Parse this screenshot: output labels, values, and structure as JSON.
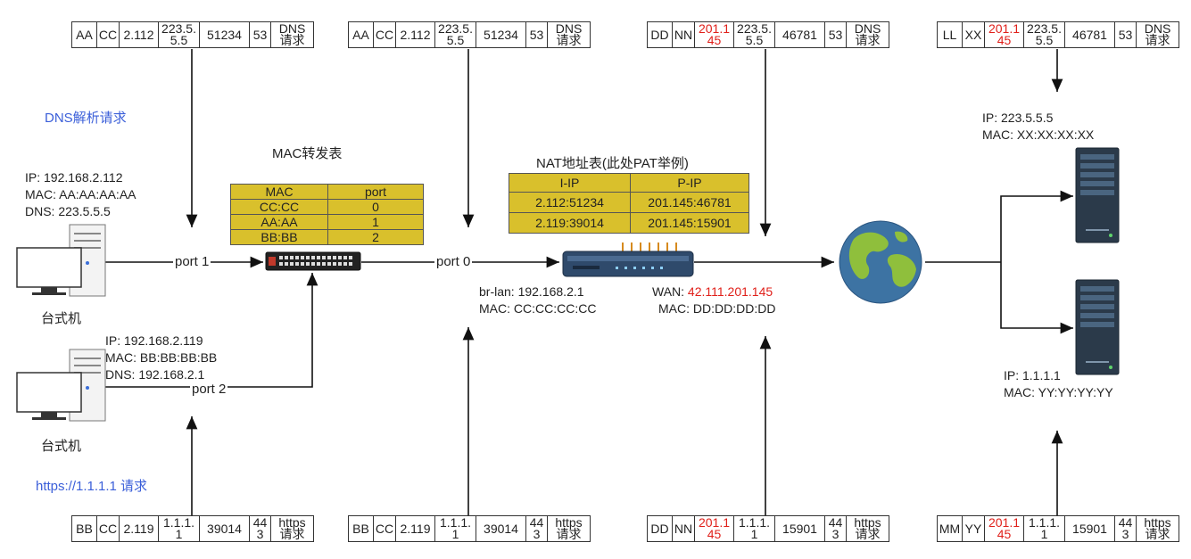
{
  "title_dns": "DNS解析请求",
  "title_https": "https://1.1.1.1 请求",
  "pc1": {
    "ip": "IP: 192.168.2.112",
    "mac": "MAC: AA:AA:AA:AA",
    "dns": "DNS: 223.5.5.5",
    "label": "台式机"
  },
  "pc2": {
    "ip": "IP: 192.168.2.119",
    "mac": "MAC: BB:BB:BB:BB",
    "dns": "DNS: 192.168.2.1",
    "label": "台式机"
  },
  "ports": {
    "p1": "port 1",
    "p2": "port 2",
    "p0": "port 0"
  },
  "mac_table": {
    "title": "MAC转发表",
    "headers": [
      "MAC",
      "port"
    ],
    "rows": [
      [
        "CC:CC",
        "0"
      ],
      [
        "AA:AA",
        "1"
      ],
      [
        "BB:BB",
        "2"
      ]
    ]
  },
  "nat_table": {
    "title": "NAT地址表(此处PAT举例)",
    "headers": [
      "I-IP",
      "P-IP"
    ],
    "rows": [
      [
        "2.112:51234",
        "201.145:46781"
      ],
      [
        "2.119:39014",
        "201.145:15901"
      ]
    ]
  },
  "router": {
    "lan": "br-lan: 192.168.2.1",
    "lan_mac": "MAC: CC:CC:CC:CC",
    "wan_prefix": "WAN: ",
    "wan_ip": "42.111.201.145",
    "wan_mac": "MAC: DD:DD:DD:DD"
  },
  "server1": {
    "ip": "IP: 223.5.5.5",
    "mac": "MAC: XX:XX:XX:XX"
  },
  "server2": {
    "ip": "IP: 1.1.1.1",
    "mac": "MAC: YY:YY:YY:YY"
  },
  "colors": {
    "red": "#e0201a",
    "blue": "#3b5fd9",
    "table_fill": "#d9c02c"
  },
  "packets": {
    "t1": [
      "AA",
      "CC",
      "2.112",
      "223.5.\n5.5",
      "51234",
      "53",
      "DNS\n请求"
    ],
    "t2": [
      "AA",
      "CC",
      "2.112",
      "223.5.\n5.5",
      "51234",
      "53",
      "DNS\n请求"
    ],
    "t3": [
      "DD",
      "NN",
      "201.1\n45",
      "223.5.\n5.5",
      "46781",
      "53",
      "DNS\n请求"
    ],
    "t4": [
      "LL",
      "XX",
      "201.1\n45",
      "223.5.\n5.5",
      "46781",
      "53",
      "DNS\n请求"
    ],
    "b1": [
      "BB",
      "CC",
      "2.119",
      "1.1.1.\n1",
      "39014",
      "44\n3",
      "https\n请求"
    ],
    "b2": [
      "BB",
      "CC",
      "2.119",
      "1.1.1.\n1",
      "39014",
      "44\n3",
      "https\n请求"
    ],
    "b3": [
      "DD",
      "NN",
      "201.1\n45",
      "1.1.1.\n1",
      "15901",
      "44\n3",
      "https\n请求"
    ],
    "b4": [
      "MM",
      "YY",
      "201.1\n45",
      "1.1.1.\n1",
      "15901",
      "44\n3",
      "https\n请求"
    ]
  }
}
